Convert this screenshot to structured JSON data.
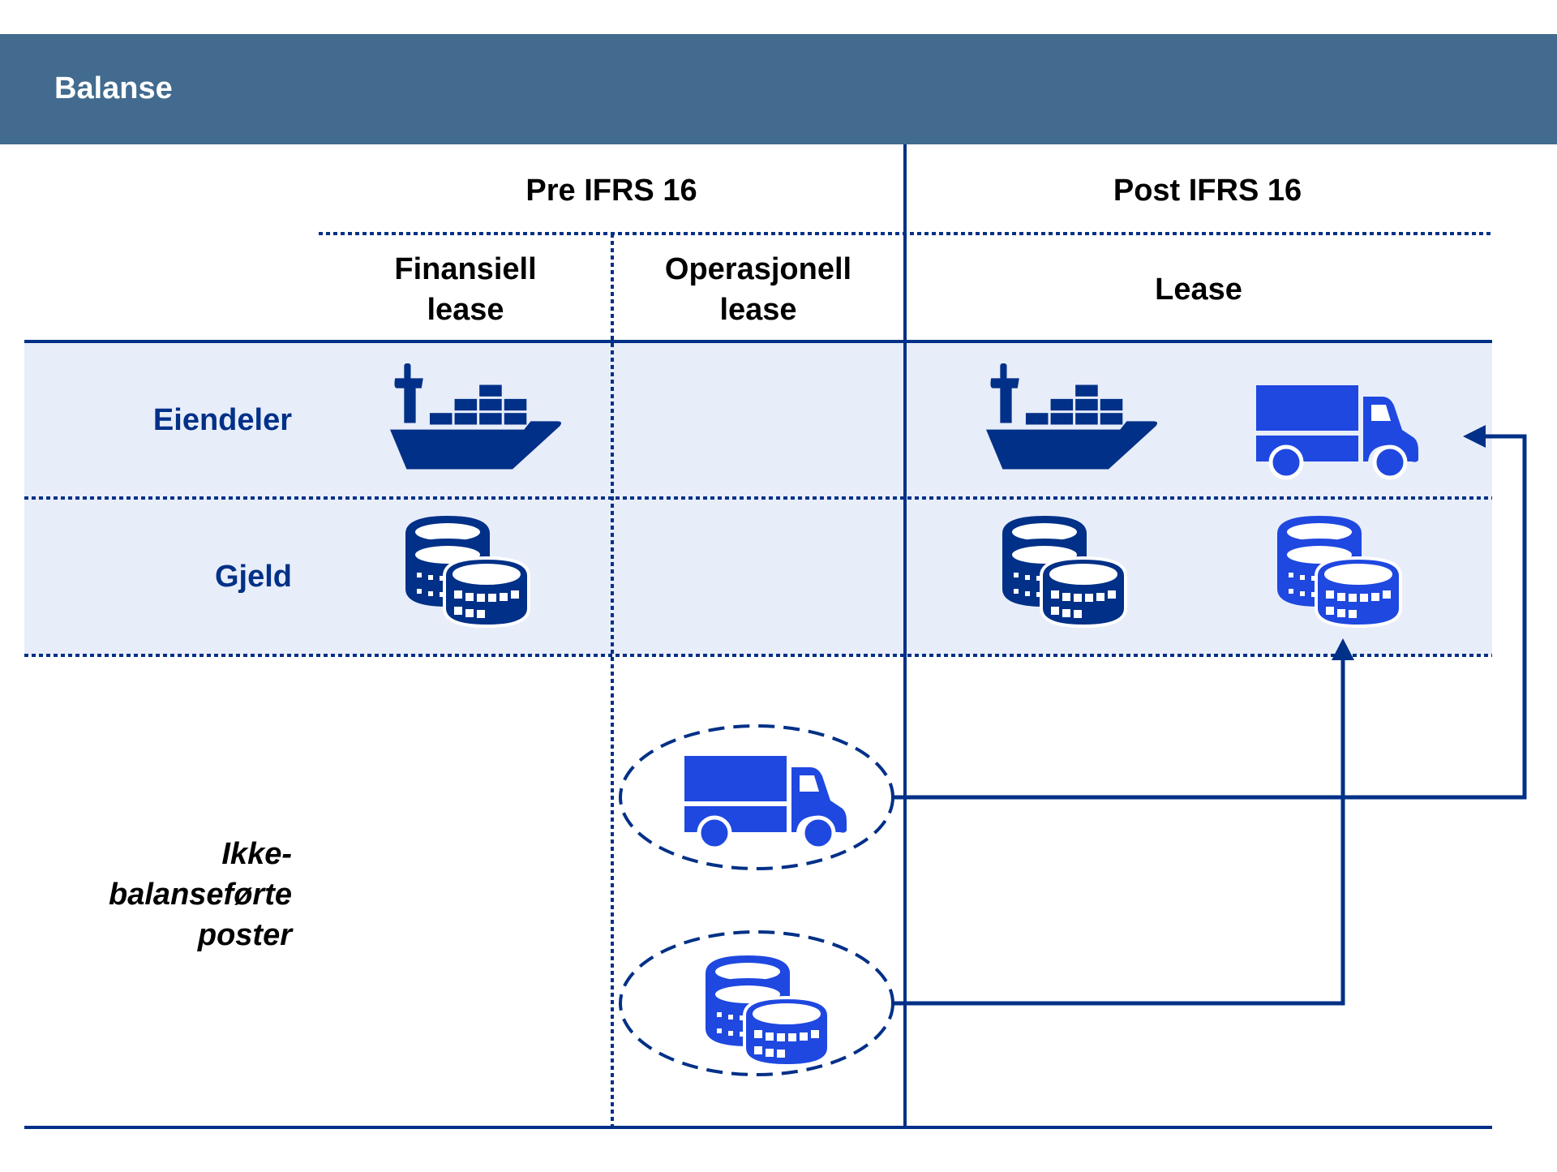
{
  "header": {
    "title": "Balanse"
  },
  "columns": {
    "pre": {
      "label": "Pre IFRS 16",
      "sub": [
        {
          "line1": "Finansiell",
          "line2": "lease"
        },
        {
          "line1": "Operasjonell",
          "line2": "lease"
        }
      ]
    },
    "post": {
      "label": "Post IFRS 16",
      "sub": [
        {
          "line1": "Lease"
        }
      ]
    }
  },
  "rows": {
    "assets": {
      "label": "Eiendeler"
    },
    "liabilities": {
      "label": "Gjeld"
    },
    "off_balance": {
      "line1": "Ikke-",
      "line2": "balanseførte",
      "line3": "poster"
    }
  },
  "icons": {
    "pre_finance_asset": "ship-icon",
    "pre_finance_liability": "coins-icon",
    "pre_operating_off_asset": "truck-icon",
    "pre_operating_off_liability": "coins-icon",
    "post_asset_1": "ship-icon",
    "post_asset_2": "truck-icon",
    "post_liability_1": "coins-icon",
    "post_liability_2": "coins-icon"
  },
  "colors": {
    "header_band": "#426b8f",
    "navy": "#003087",
    "bright_blue": "#1f48e0",
    "row_band": "#e8edfa"
  }
}
